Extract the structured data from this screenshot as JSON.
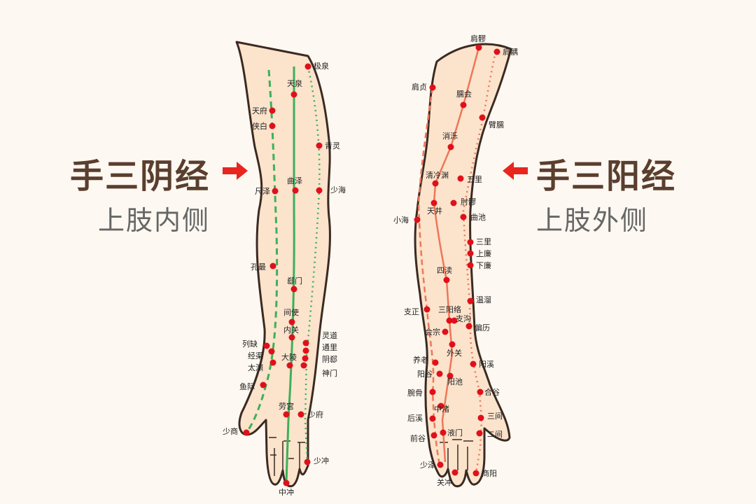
{
  "left_panel": {
    "title": "手三阴经",
    "subtitle": "上肢内侧"
  },
  "right_panel": {
    "title": "手三阳经",
    "subtitle": "上肢外侧"
  },
  "colors": {
    "background": "#fdf8f1",
    "skin": "#fbe3cc",
    "outline": "#3b2a22",
    "yin_meridian": "#3cb05a",
    "yang_meridian": "#ee7757",
    "point": "#e0101a",
    "arrow": "#e8251f",
    "title": "#5a3e2e",
    "subtitle": "#666666"
  },
  "inner_arm_points": [
    "极泉",
    "天泉",
    "天府",
    "侠白",
    "青灵",
    "尺泽",
    "曲泽",
    "少海",
    "孔最",
    "郄门",
    "间使",
    "内关",
    "列缺",
    "经渠",
    "太渊",
    "大陵",
    "灵道",
    "通里",
    "阴郄",
    "神门",
    "鱼际",
    "劳宫",
    "少府",
    "少商",
    "少冲",
    "中冲"
  ],
  "outer_arm_points": [
    "肩髎",
    "肩髃",
    "肩贞",
    "臑会",
    "臂臑",
    "消泺",
    "清冷渊",
    "五里",
    "肘髎",
    "天井",
    "小海",
    "曲池",
    "三里",
    "上廉",
    "下廉",
    "四渎",
    "温溜",
    "支正",
    "三阳络",
    "支沟",
    "会宗",
    "偏历",
    "外关",
    "养老",
    "阳溪",
    "阳谷",
    "阳池",
    "腕骨",
    "合谷",
    "中渚",
    "后溪",
    "三间",
    "前谷",
    "液门",
    "二间",
    "少泽",
    "关冲",
    "商阳"
  ]
}
